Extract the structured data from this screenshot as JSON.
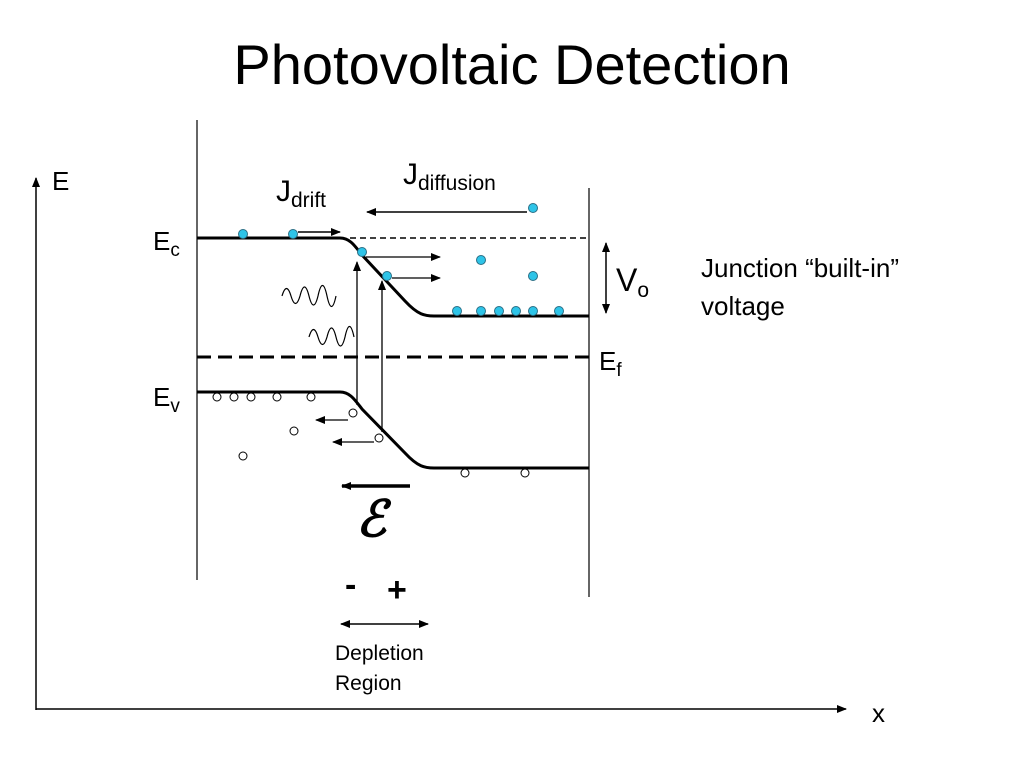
{
  "title": "Photovoltaic Detection",
  "axes": {
    "energy": "E",
    "position": "x"
  },
  "bands": {
    "conduction": {
      "base": "E",
      "sub": "c"
    },
    "valence": {
      "base": "E",
      "sub": "v"
    },
    "fermi": {
      "base": "E",
      "sub": "f"
    }
  },
  "currents": {
    "drift": {
      "base": "J",
      "sub": "drift"
    },
    "diffusion": {
      "base": "J",
      "sub": "diffusion"
    }
  },
  "built_in": {
    "symbol": {
      "base": "V",
      "sub": "o"
    },
    "note_line1": "Junction “built-in”",
    "note_line2": "voltage"
  },
  "field_symbol": "ℰ",
  "charges": {
    "minus": "-",
    "plus": "+"
  },
  "depletion": {
    "line1": "Depletion",
    "line2": "Region"
  },
  "colors": {
    "electron": "#2ec4e8",
    "hole": "#ffffff",
    "ink": "#000000"
  }
}
